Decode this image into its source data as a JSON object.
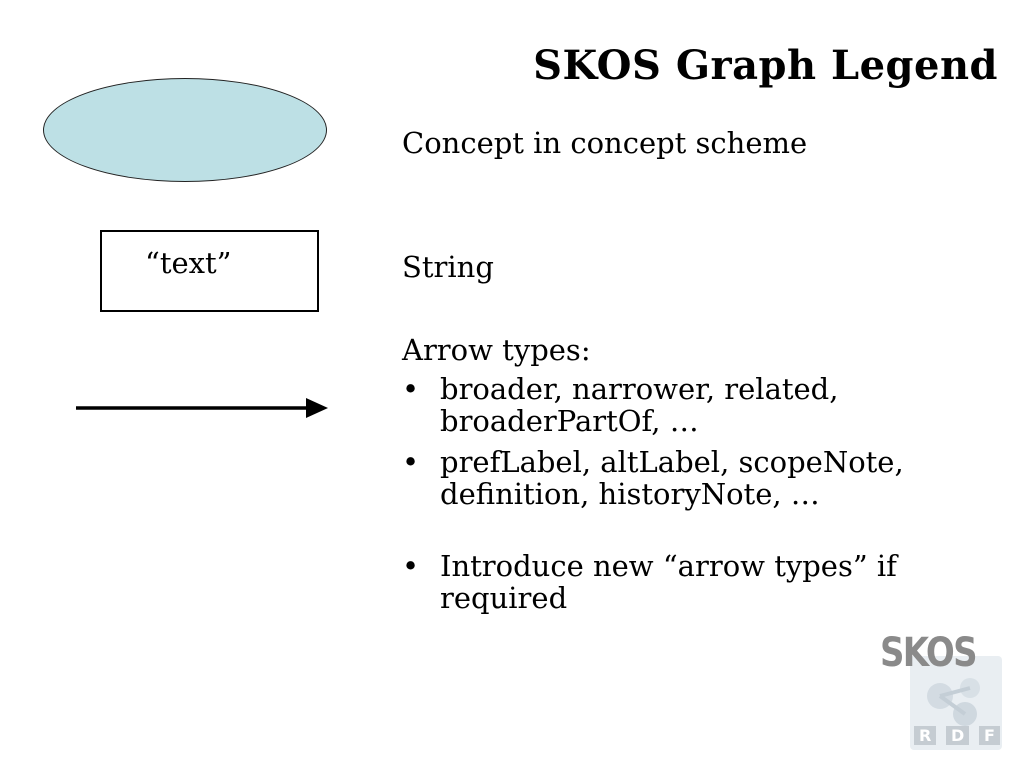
{
  "slide": {
    "title": "SKOS Graph Legend"
  },
  "legend": {
    "concept": {
      "label": "Concept in concept scheme",
      "fill_color": "#bde0e5"
    },
    "string": {
      "box_text": "“text”",
      "label": "String"
    },
    "arrow": {
      "heading": "Arrow types:",
      "bullets": [
        "broader, narrower, related, broaderPartOf, …",
        "prefLabel, altLabel, scopeNote, definition, historyNote, …",
        "Introduce new “arrow types” if required"
      ]
    }
  },
  "logo": {
    "text": "SKOS",
    "letters": [
      "R",
      "D",
      "F"
    ]
  }
}
